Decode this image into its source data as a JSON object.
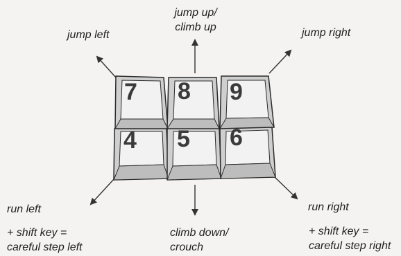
{
  "keys": {
    "k7": "7",
    "k8": "8",
    "k9": "9",
    "k4": "4",
    "k5": "5",
    "k6": "6"
  },
  "labels": {
    "jump_up_line1": "jump up/",
    "jump_up_line2": "climb up",
    "jump_left": "jump left",
    "jump_right": "jump right",
    "run_left": "run left",
    "run_left_shift_line1": "+ shift key =",
    "run_left_shift_line2": "careful step left",
    "climb_down_line1": "climb down/",
    "climb_down_line2": "crouch",
    "run_right": "run right",
    "run_right_shift_line1": "+ shift key =",
    "run_right_shift_line2": "careful step right"
  },
  "colors": {
    "key_fill": "#f2f2f2",
    "key_side": "#cfcfcf",
    "key_outline": "#2a2a2a",
    "arrow": "#333333"
  }
}
